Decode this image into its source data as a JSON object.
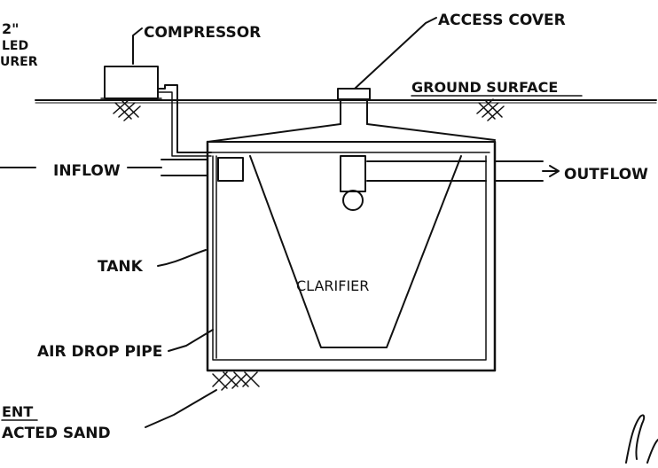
{
  "labels": {
    "top_left_line1": "2\"",
    "top_left_line2": "LED",
    "top_left_line3": "URER",
    "compressor": "COMPRESSOR",
    "access_cover": "ACCESS COVER",
    "ground_surface": "GROUND SURFACE",
    "inflow": "INFLOW",
    "outflow": "OUTFLOW",
    "tank": "TANK",
    "clarifier": "CLARIFIER",
    "air_drop_pipe": "AIR DROP PIPE",
    "bottom_left_line1": "ENT",
    "bottom_left_line2": "ACTED SAND"
  },
  "colors": {
    "ink": "#111111",
    "paper": "#ffffff"
  }
}
